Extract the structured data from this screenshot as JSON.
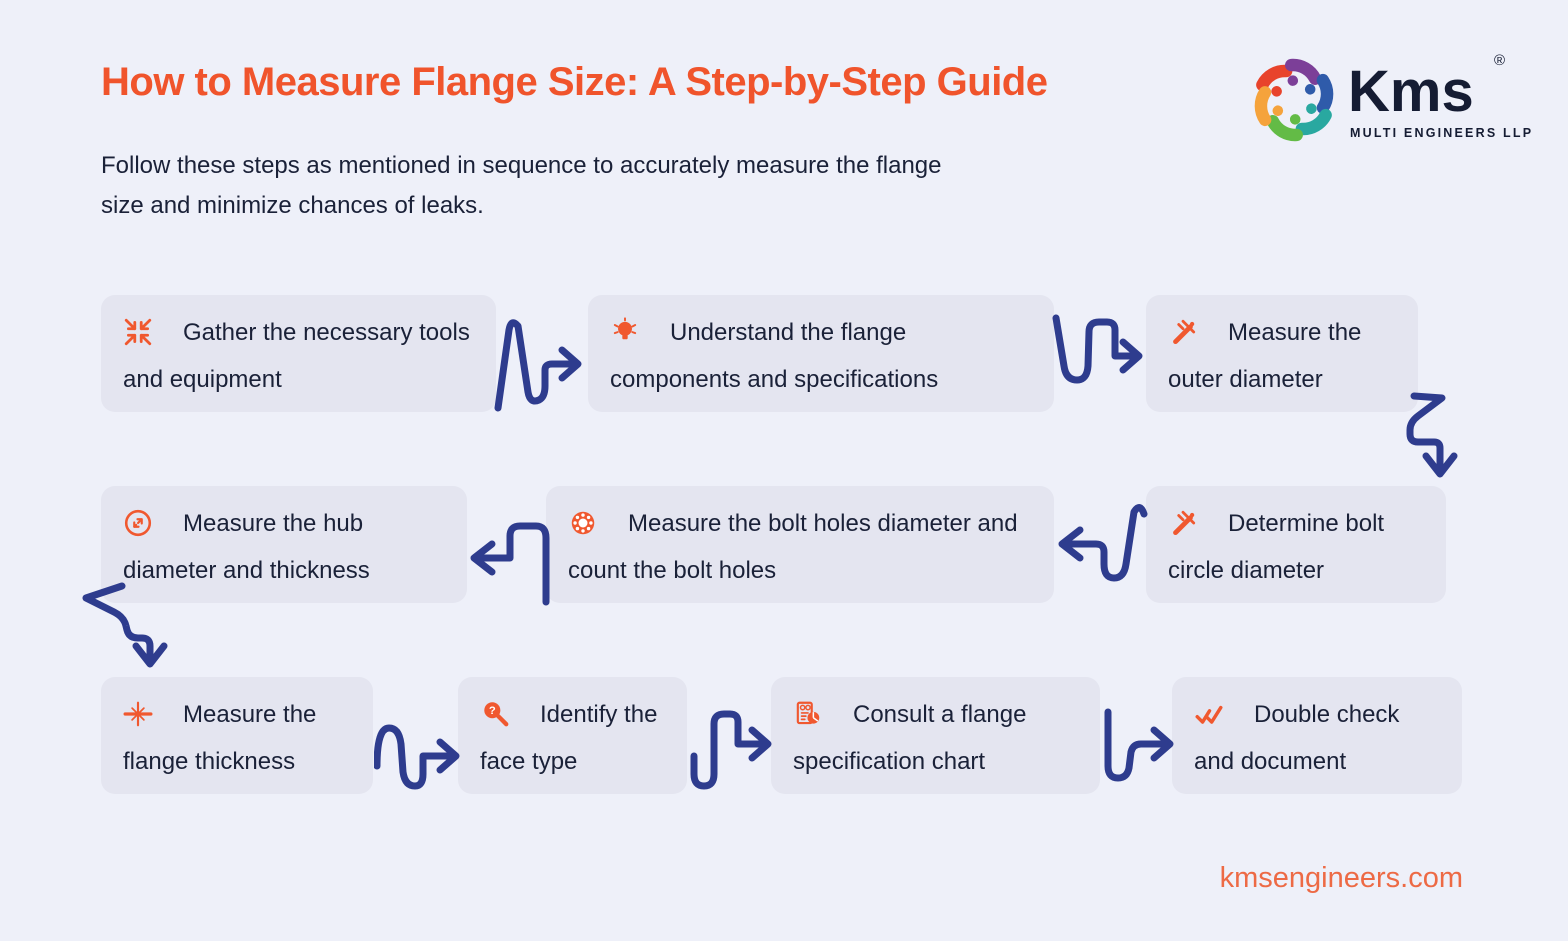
{
  "header": {
    "title": "How to Measure Flange Size: A Step-by-Step Guide",
    "subtitle": "Follow these steps as mentioned in sequence to accurately measure the flange size and minimize chances of leaks."
  },
  "logo": {
    "text": "Kms",
    "tagline": "MULTI ENGINEERS LLP",
    "registered": "®"
  },
  "steps": [
    {
      "label": "Gather the necessary tools and equipment",
      "icon": "collapse-arrows-icon"
    },
    {
      "label": "Understand the flange components and specifications",
      "icon": "lightbulb-icon"
    },
    {
      "label": "Measure the outer diameter",
      "icon": "caliper-icon"
    },
    {
      "label": "Determine bolt circle diameter",
      "icon": "caliper-icon"
    },
    {
      "label": "Measure the bolt holes diameter and count the bolt holes",
      "icon": "flange-ring-icon"
    },
    {
      "label": "Measure the hub diameter and thickness",
      "icon": "diameter-circle-icon"
    },
    {
      "label": "Measure the flange thickness",
      "icon": "thickness-icon"
    },
    {
      "label": "Identify the face type",
      "icon": "magnifier-question-icon"
    },
    {
      "label": "Consult a flange specification chart",
      "icon": "spec-chart-icon"
    },
    {
      "label": "Double check and document",
      "icon": "double-check-icon"
    }
  ],
  "footer": {
    "website": "kmsengineers.com"
  },
  "colors": {
    "background": "#eef0f9",
    "card": "#e4e5f0",
    "accent_orange": "#f0582f",
    "title_orange": "#f0542c",
    "text_navy": "#1a2138",
    "arrow_navy": "#2e3c8e",
    "footer_orange": "#ed6a45"
  }
}
